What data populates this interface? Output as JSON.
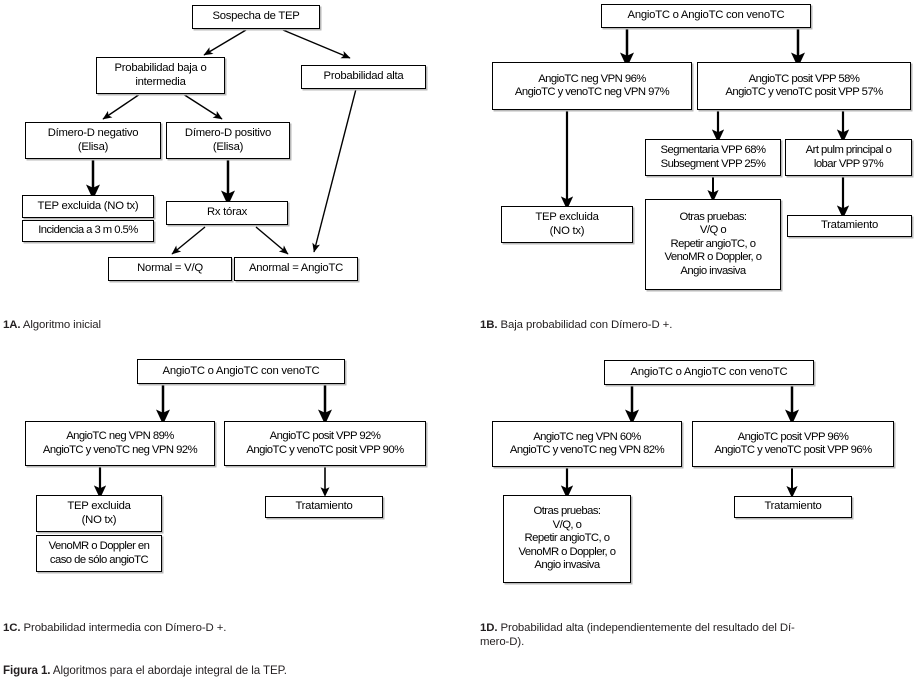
{
  "figure": {
    "caption_id": "Figura 1.",
    "caption_text": " Algoritmos para el abordaje integral de la TEP."
  },
  "panels": [
    {
      "id": "1A.",
      "caption": " Algoritmo inicial",
      "nodes": {
        "root": "Sospecha de TEP",
        "prob_low": "Probabilidad baja o\nintermedia",
        "prob_high": "Probabilidad alta",
        "dd_neg": "Dímero-D negativo\n(Elisa)",
        "dd_pos": "Dímero-D positivo\n(Elisa)",
        "tep_excluida": "TEP excluida (NO tx)",
        "incidencia": "Incidencia a 3 m 0.5%",
        "rx_torax": "Rx tórax",
        "normal": "Normal = V/Q",
        "anormal": "Anormal = AngioTC"
      }
    },
    {
      "id": "1B.",
      "caption": " Baja probabilidad con Dímero-D +.",
      "nodes": {
        "root": "AngioTC o AngioTC con venoTC",
        "neg": "AngioTC neg VPN 96%\nAngioTC y venoTC neg VPN 97%",
        "pos": "AngioTC posit VPP 58%\nAngioTC y venoTC posit VPP 57%",
        "segmentaria": "Segmentaria VPP 68%\nSubsegment VPP 25%",
        "art_pulm": "Art pulm principal o\nlobar VPP 97%",
        "tep_excluida": "TEP excluida\n(NO tx)",
        "otras_pruebas": "Otras pruebas:\nV/Q o\nRepetir angioTC, o\nVenoMR o Doppler, o\nAngio invasiva",
        "tratamiento": "Tratamiento"
      }
    },
    {
      "id": "1C.",
      "caption": " Probabilidad intermedia con Dímero-D +.",
      "nodes": {
        "root": "AngioTC o AngioTC con venoTC",
        "neg": "AngioTC neg VPN 89%\nAngioTC y venoTC neg VPN 92%",
        "pos": "AngioTC posit VPP 92%\nAngioTC y venoTC posit VPP 90%",
        "tep_excluida": "TEP excluida\n(NO tx)",
        "venomr": "VenoMR o Doppler en\ncaso de sólo angioTC",
        "tratamiento": "Tratamiento"
      }
    },
    {
      "id": "1D.",
      "caption": " Probabilidad alta (independientemente del resultado del Dí-\nmero-D).",
      "nodes": {
        "root": "AngioTC o AngioTC con venoTC",
        "neg": "AngioTC neg VPN 60%\nAngioTC y venoTC neg VPN 82%",
        "pos": "AngioTC posit VPP 96%\nAngioTC y venoTC posit VPP 96%",
        "otras_pruebas": "Otras pruebas:\nV/Q, o\nRepetir angioTC, o\nVenoMR o Doppler, o\nAngio invasiva",
        "tratamiento": "Tratamiento"
      }
    }
  ],
  "colors": {
    "stroke": "#000000",
    "fill": "#ffffff",
    "shadow": "#b9b9b9",
    "text": "#231f20"
  }
}
